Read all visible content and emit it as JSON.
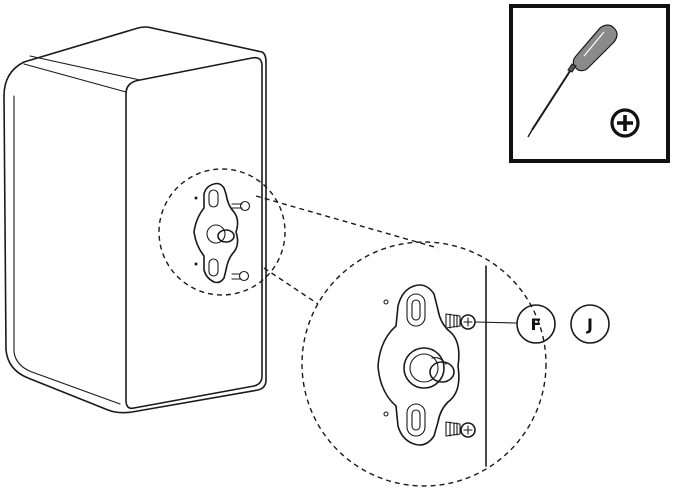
{
  "callouts": {
    "part_f": "F",
    "part_j": "J"
  },
  "tool": {
    "icon": "phillips-screwdriver",
    "bit_icon": "phillips-head-symbol"
  },
  "colors": {
    "line": "#1a1a1a",
    "background": "#ffffff",
    "tool_frame": "#111111",
    "shadow_gray": "#8a8a8a"
  }
}
